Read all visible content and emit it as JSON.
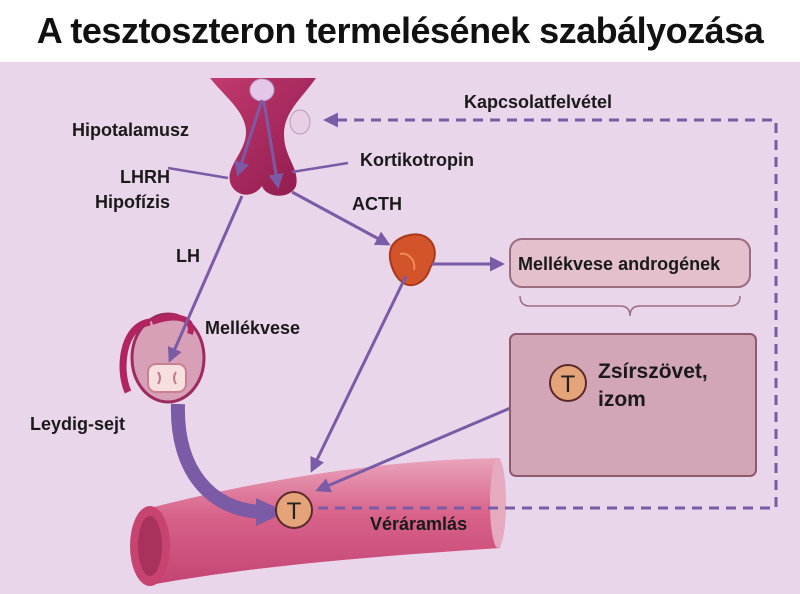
{
  "title": "A tesztoszteron termelésének szabályozása",
  "labels": {
    "hypothalamus": "Hipotalamusz",
    "lhrh": "LHRH",
    "pituitary": "Hipofízis",
    "corticotropin": "Kortikotropin",
    "acth": "ACTH",
    "lh": "LH",
    "adrenal": "Mellékvese",
    "leydig": "Leydig-sejt",
    "feedback": "Kapcsolatfelvétel",
    "adrenal_androgens": "Mellékvese androgének",
    "fat_muscle_line1": "Zsírszövet,",
    "fat_muscle_line2": "izom",
    "bloodstream": "Véráramlás",
    "t_blood": "T",
    "t_tissue": "T"
  },
  "colors": {
    "background": "#ead6ea",
    "arrow": "#7b5aa6",
    "feedback_dash": "#7b5aa6",
    "vessel": "#d9577f",
    "organ": "#b2245e",
    "tissue_box": "#d3a6b7",
    "androgen_box": "#e3c0cc"
  }
}
